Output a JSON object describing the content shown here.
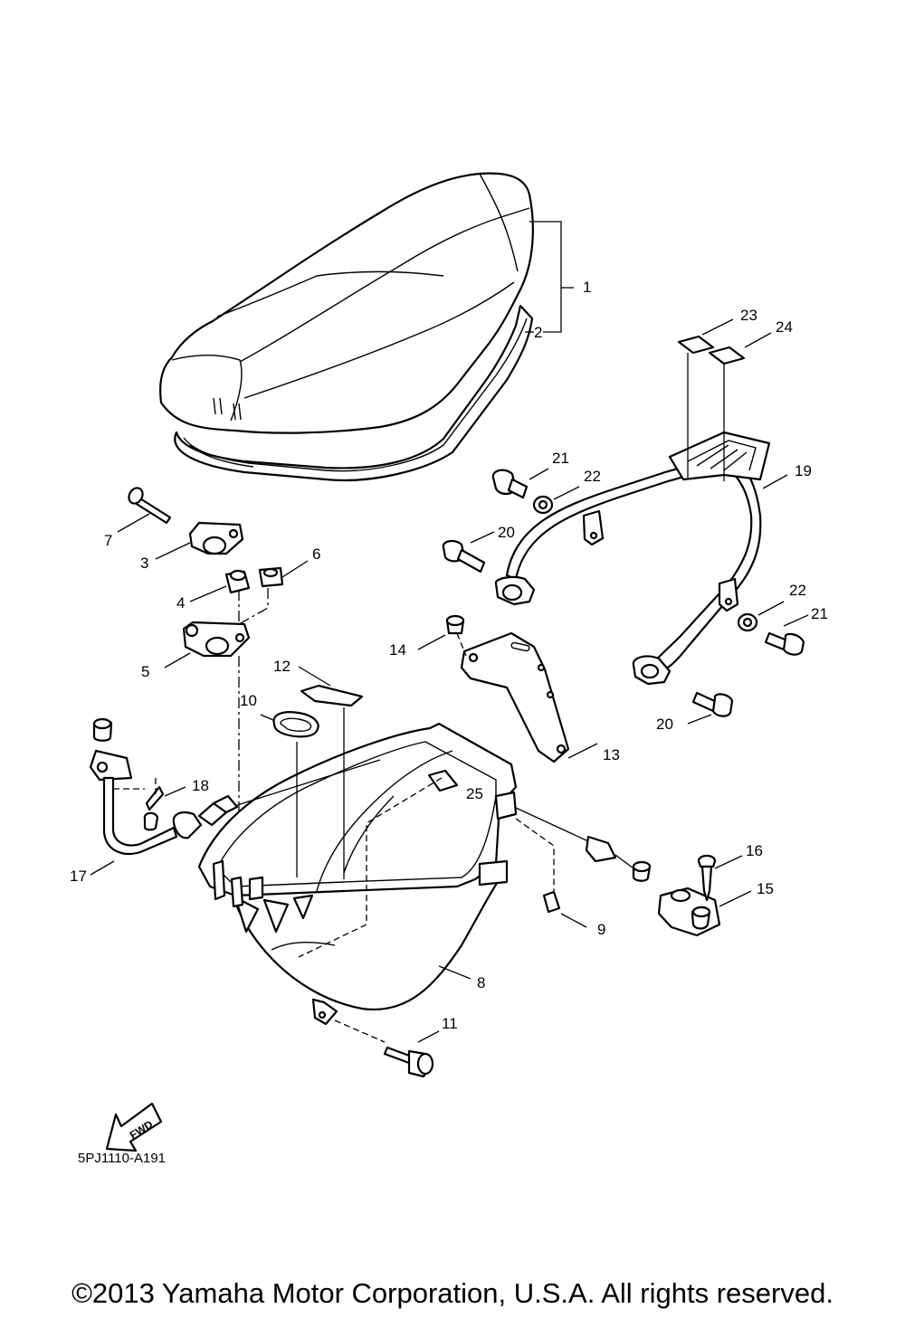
{
  "diagram": {
    "callouts": {
      "p1": "1",
      "p2": "2",
      "p3": "3",
      "p4": "4",
      "p5": "5",
      "p6": "6",
      "p7": "7",
      "p8": "8",
      "p9": "9",
      "p10": "10",
      "p11": "11",
      "p12": "12",
      "p13": "13",
      "p14": "14",
      "p15": "15",
      "p16": "16",
      "p17": "17",
      "p18": "18",
      "p19": "19",
      "p20a": "20",
      "p20b": "20",
      "p21a": "21",
      "p21b": "21",
      "p22a": "22",
      "p22b": "22",
      "p23": "23",
      "p24": "24",
      "p25": "25"
    },
    "fwd_label": "FWD",
    "drawing_code": "5PJ1110-A191"
  },
  "footer": {
    "copyright": "©2013 Yamaha Motor Corporation, U.S.A. All rights reserved."
  }
}
